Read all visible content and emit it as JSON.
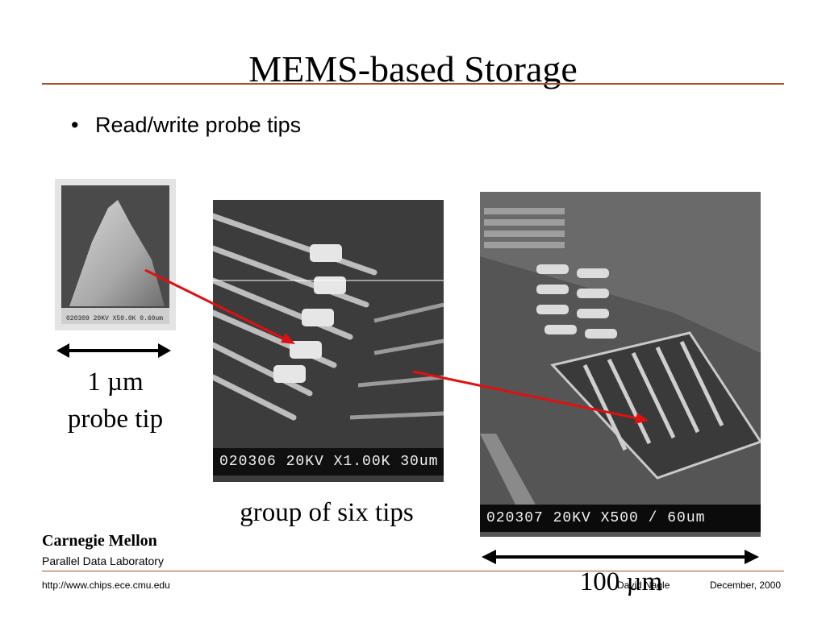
{
  "slide": {
    "title": "MEMS-based Storage",
    "bullet": "Read/write probe tips"
  },
  "images": {
    "tip": {
      "label": "020309 20KV X50.0K 0.60um"
    },
    "group": {
      "label": "020306 20KV X1.00K   30um"
    },
    "array": {
      "label": "020307 20KV  X500 /  60um"
    }
  },
  "captions": {
    "tip_size": "1 µm",
    "tip_name": "probe tip",
    "group": "group of six tips",
    "array_scale": "100 µm"
  },
  "footer": {
    "org_name": "Carnegie Mellon",
    "lab": "Parallel Data Laboratory",
    "url": "http://www.chips.ece.cmu.edu",
    "author": "David Nagle",
    "date": "December, 2000"
  },
  "colors": {
    "accent_rule": "#a0522d",
    "arrow": "#e01010"
  }
}
